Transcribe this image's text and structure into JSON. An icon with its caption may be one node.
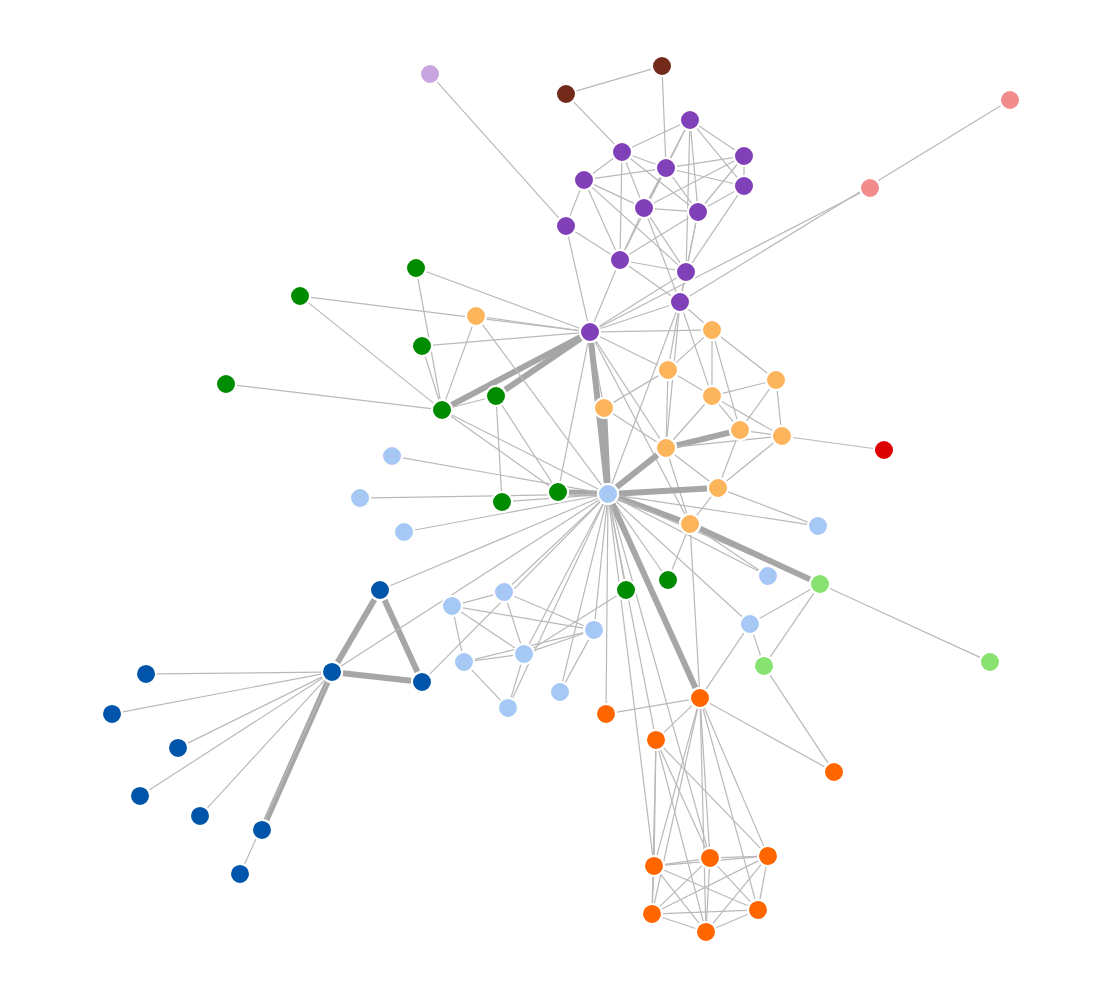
{
  "diagram": {
    "nodes": [
      {
        "text": [],
        "shape": "circle"
      },
      {
        "text": [],
        "shape": "circle"
      },
      {
        "text": [],
        "shape": "circle"
      },
      {
        "text": [],
        "shape": "circle"
      },
      {
        "text": [],
        "shape": "circle"
      },
      {
        "text": [],
        "shape": "circle"
      },
      {
        "text": [],
        "shape": "circle"
      },
      {
        "text": [],
        "shape": "circle"
      },
      {
        "text": [],
        "shape": "circle"
      },
      {
        "text": [],
        "shape": "circle"
      },
      {
        "text": [],
        "shape": "circle"
      },
      {
        "text": [],
        "shape": "circle"
      },
      {
        "text": [],
        "shape": "circle"
      },
      {
        "text": [],
        "shape": "circle"
      },
      {
        "text": [],
        "shape": "circle"
      },
      {
        "text": [],
        "shape": "circle"
      },
      {
        "text": [],
        "shape": "circle"
      },
      {
        "text": [],
        "shape": "circle"
      },
      {
        "text": [],
        "shape": "circle"
      },
      {
        "text": [],
        "shape": "circle"
      },
      {
        "text": [],
        "shape": "circle"
      },
      {
        "text": [],
        "shape": "circle"
      },
      {
        "text": [],
        "shape": "circle"
      },
      {
        "text": [],
        "shape": "circle"
      },
      {
        "text": [],
        "shape": "circle"
      },
      {
        "text": [],
        "shape": "circle"
      },
      {
        "text": [],
        "shape": "circle"
      },
      {
        "text": [],
        "shape": "circle"
      },
      {
        "text": [],
        "shape": "circle"
      },
      {
        "text": [],
        "shape": "circle"
      },
      {
        "text": [],
        "shape": "circle"
      },
      {
        "text": [],
        "shape": "circle"
      },
      {
        "text": [],
        "shape": "circle"
      },
      {
        "text": [],
        "shape": "circle"
      },
      {
        "text": [],
        "shape": "circle"
      },
      {
        "text": [],
        "shape": "circle"
      },
      {
        "text": [],
        "shape": "circle"
      },
      {
        "text": [],
        "shape": "circle"
      },
      {
        "text": [],
        "shape": "circle"
      },
      {
        "text": [],
        "shape": "circle"
      },
      {
        "text": [],
        "shape": "circle"
      },
      {
        "text": [],
        "shape": "circle"
      },
      {
        "text": [],
        "shape": "circle"
      },
      {
        "text": [],
        "shape": "circle"
      },
      {
        "text": [],
        "shape": "circle"
      },
      {
        "text": [],
        "shape": "circle"
      },
      {
        "text": [],
        "shape": "circle"
      },
      {
        "text": [],
        "shape": "circle"
      },
      {
        "text": [],
        "shape": "circle"
      },
      {
        "text": [],
        "shape": "circle"
      },
      {
        "text": [],
        "shape": "circle"
      },
      {
        "text": [],
        "shape": "circle"
      },
      {
        "text": [],
        "shape": "circle"
      },
      {
        "text": [],
        "shape": "circle"
      },
      {
        "text": [],
        "shape": "circle"
      },
      {
        "text": [],
        "shape": "circle"
      },
      {
        "text": [],
        "shape": "circle"
      },
      {
        "text": [],
        "shape": "circle"
      },
      {
        "text": [],
        "shape": "circle"
      },
      {
        "text": [],
        "shape": "circle"
      },
      {
        "text": [],
        "shape": "circle"
      },
      {
        "text": [],
        "shape": "circle"
      },
      {
        "text": [],
        "shape": "circle"
      },
      {
        "text": [],
        "shape": "circle"
      },
      {
        "text": [],
        "shape": "circle"
      },
      {
        "text": [],
        "shape": "circle"
      },
      {
        "text": [],
        "shape": "circle"
      },
      {
        "text": [],
        "shape": "circle"
      },
      {
        "text": [],
        "shape": "circle"
      },
      {
        "text": [],
        "shape": "circle"
      },
      {
        "text": [],
        "shape": "circle"
      },
      {
        "text": [],
        "shape": "circle"
      },
      {
        "text": [],
        "shape": "circle"
      },
      {
        "text": [],
        "shape": "circle"
      },
      {
        "text": [],
        "shape": "circle"
      },
      {
        "text": [],
        "shape": "circle"
      },
      {
        "text": [],
        "shape": "circle"
      }
    ],
    "edges": [
      {
        "from": 1,
        "to": 2,
        "arrow": "none"
      },
      {
        "from": 1,
        "to": 4,
        "arrow": "none"
      },
      {
        "from": 2,
        "to": 6,
        "arrow": "none"
      },
      {
        "from": 0,
        "to": 11,
        "arrow": "none"
      },
      {
        "from": 16,
        "to": 14,
        "arrow": "none"
      },
      {
        "from": 17,
        "to": 15,
        "arrow": "none"
      },
      {
        "from": 3,
        "to": 4,
        "arrow": "none"
      },
      {
        "from": 3,
        "to": 5,
        "arrow": "none"
      },
      {
        "from": 3,
        "to": 6,
        "arrow": "none"
      },
      {
        "from": 3,
        "to": 8,
        "arrow": "none"
      },
      {
        "from": 3,
        "to": 9,
        "arrow": "none"
      },
      {
        "from": 3,
        "to": 10,
        "arrow": "none"
      },
      {
        "from": 3,
        "to": 13,
        "arrow": "none"
      },
      {
        "from": 4,
        "to": 6,
        "arrow": "none"
      },
      {
        "from": 4,
        "to": 7,
        "arrow": "none"
      },
      {
        "from": 4,
        "to": 9,
        "arrow": "none"
      },
      {
        "from": 4,
        "to": 10,
        "arrow": "none"
      },
      {
        "from": 4,
        "to": 12,
        "arrow": "none"
      },
      {
        "from": 5,
        "to": 6,
        "arrow": "none"
      },
      {
        "from": 5,
        "to": 8,
        "arrow": "none"
      },
      {
        "from": 5,
        "to": 10,
        "arrow": "none"
      },
      {
        "from": 5,
        "to": 9,
        "arrow": "none"
      },
      {
        "from": 6,
        "to": 7,
        "arrow": "none"
      },
      {
        "from": 6,
        "to": 8,
        "arrow": "none"
      },
      {
        "from": 6,
        "to": 9,
        "arrow": "none"
      },
      {
        "from": 6,
        "to": 10,
        "arrow": "none"
      },
      {
        "from": 6,
        "to": 12,
        "arrow": "none"
      },
      {
        "from": 7,
        "to": 9,
        "arrow": "none"
      },
      {
        "from": 7,
        "to": 11,
        "arrow": "none"
      },
      {
        "from": 7,
        "to": 12,
        "arrow": "none"
      },
      {
        "from": 7,
        "to": 13,
        "arrow": "none"
      },
      {
        "from": 8,
        "to": 10,
        "arrow": "none"
      },
      {
        "from": 8,
        "to": 13,
        "arrow": "none"
      },
      {
        "from": 9,
        "to": 10,
        "arrow": "none"
      },
      {
        "from": 9,
        "to": 12,
        "arrow": "none"
      },
      {
        "from": 9,
        "to": 13,
        "arrow": "none"
      },
      {
        "from": 9,
        "to": 14,
        "arrow": "none"
      },
      {
        "from": 10,
        "to": 12,
        "arrow": "none"
      },
      {
        "from": 10,
        "to": 13,
        "arrow": "none"
      },
      {
        "from": 10,
        "to": 14,
        "arrow": "none"
      },
      {
        "from": 11,
        "to": 12,
        "arrow": "none"
      },
      {
        "from": 11,
        "to": 15,
        "arrow": "none"
      },
      {
        "from": 12,
        "to": 13,
        "arrow": "none"
      },
      {
        "from": 12,
        "to": 14,
        "arrow": "none"
      },
      {
        "from": 12,
        "to": 15,
        "arrow": "none"
      },
      {
        "from": 13,
        "to": 14,
        "arrow": "none"
      },
      {
        "from": 13,
        "to": 15,
        "arrow": "none"
      },
      {
        "from": 14,
        "to": 15,
        "arrow": "none"
      },
      {
        "from": 15,
        "to": 18,
        "arrow": "none"
      },
      {
        "from": 15,
        "to": 19,
        "arrow": "none"
      },
      {
        "from": 15,
        "to": 20,
        "arrow": "none"
      },
      {
        "from": 15,
        "to": 23,
        "arrow": "none"
      },
      {
        "from": 15,
        "to": 26,
        "arrow": "none"
      },
      {
        "from": 15,
        "to": 43,
        "arrow": "none",
        "style": "thick"
      },
      {
        "from": 15,
        "to": 34,
        "arrow": "none",
        "style": "thick"
      },
      {
        "from": 15,
        "to": 35,
        "arrow": "none",
        "style": "thick"
      },
      {
        "from": 15,
        "to": 30,
        "arrow": "none"
      },
      {
        "from": 15,
        "to": 31,
        "arrow": "none"
      },
      {
        "from": 15,
        "to": 32,
        "arrow": "none"
      },
      {
        "from": 15,
        "to": 36,
        "arrow": "none"
      },
      {
        "from": 15,
        "to": 28,
        "arrow": "none"
      },
      {
        "from": 14,
        "to": 19,
        "arrow": "none"
      },
      {
        "from": 14,
        "to": 20,
        "arrow": "none"
      },
      {
        "from": 14,
        "to": 43,
        "arrow": "none"
      },
      {
        "from": 14,
        "to": 26,
        "arrow": "none"
      },
      {
        "from": 14,
        "to": 22,
        "arrow": "none"
      },
      {
        "from": 19,
        "to": 20,
        "arrow": "none"
      },
      {
        "from": 19,
        "to": 21,
        "arrow": "none"
      },
      {
        "from": 19,
        "to": 22,
        "arrow": "none"
      },
      {
        "from": 19,
        "to": 24,
        "arrow": "none"
      },
      {
        "from": 20,
        "to": 22,
        "arrow": "none"
      },
      {
        "from": 20,
        "to": 26,
        "arrow": "none"
      },
      {
        "from": 20,
        "to": 23,
        "arrow": "none"
      },
      {
        "from": 21,
        "to": 22,
        "arrow": "none"
      },
      {
        "from": 21,
        "to": 24,
        "arrow": "none"
      },
      {
        "from": 21,
        "to": 25,
        "arrow": "none"
      },
      {
        "from": 22,
        "to": 24,
        "arrow": "none"
      },
      {
        "from": 22,
        "to": 25,
        "arrow": "none"
      },
      {
        "from": 22,
        "to": 26,
        "arrow": "none"
      },
      {
        "from": 23,
        "to": 26,
        "arrow": "none"
      },
      {
        "from": 23,
        "to": 43,
        "arrow": "none",
        "style": "thick"
      },
      {
        "from": 24,
        "to": 25,
        "arrow": "none"
      },
      {
        "from": 24,
        "to": 26,
        "arrow": "none",
        "style": "thick"
      },
      {
        "from": 25,
        "to": 26,
        "arrow": "none"
      },
      {
        "from": 26,
        "to": 27,
        "arrow": "none"
      },
      {
        "from": 26,
        "to": 28,
        "arrow": "none"
      },
      {
        "from": 26,
        "to": 43,
        "arrow": "none",
        "style": "thick"
      },
      {
        "from": 27,
        "to": 28,
        "arrow": "none"
      },
      {
        "from": 27,
        "to": 43,
        "arrow": "none",
        "style": "thick"
      },
      {
        "from": 27,
        "to": 25,
        "arrow": "none"
      },
      {
        "from": 27,
        "to": 24,
        "arrow": "none"
      },
      {
        "from": 28,
        "to": 43,
        "arrow": "none",
        "style": "thick"
      },
      {
        "from": 25,
        "to": 29,
        "arrow": "none"
      },
      {
        "from": 18,
        "to": 43,
        "arrow": "none"
      },
      {
        "from": 18,
        "to": 35,
        "arrow": "none"
      },
      {
        "from": 30,
        "to": 35,
        "arrow": "none"
      },
      {
        "from": 31,
        "to": 35,
        "arrow": "none"
      },
      {
        "from": 32,
        "to": 35,
        "arrow": "none"
      },
      {
        "from": 33,
        "to": 35,
        "arrow": "none"
      },
      {
        "from": 34,
        "to": 35,
        "arrow": "none"
      },
      {
        "from": 34,
        "to": 36,
        "arrow": "none"
      },
      {
        "from": 35,
        "to": 43,
        "arrow": "none"
      },
      {
        "from": 35,
        "to": 36,
        "arrow": "none"
      },
      {
        "from": 36,
        "to": 43,
        "arrow": "none",
        "style": "thick"
      },
      {
        "from": 37,
        "to": 43,
        "arrow": "none"
      },
      {
        "from": 37,
        "to": 34,
        "arrow": "none"
      },
      {
        "from": 38,
        "to": 43,
        "arrow": "none"
      },
      {
        "from": 38,
        "to": 51,
        "arrow": "none"
      },
      {
        "from": 39,
        "to": 43,
        "arrow": "none"
      },
      {
        "from": 39,
        "to": 28,
        "arrow": "none"
      },
      {
        "from": 40,
        "to": 43,
        "arrow": "none"
      },
      {
        "from": 41,
        "to": 43,
        "arrow": "none"
      },
      {
        "from": 42,
        "to": 43,
        "arrow": "none"
      },
      {
        "from": 44,
        "to": 27,
        "arrow": "none"
      },
      {
        "from": 44,
        "to": 43,
        "arrow": "none"
      },
      {
        "from": 45,
        "to": 43,
        "arrow": "none"
      },
      {
        "from": 45,
        "to": 28,
        "arrow": "none"
      },
      {
        "from": 46,
        "to": 47,
        "arrow": "none"
      },
      {
        "from": 46,
        "to": 50,
        "arrow": "none"
      },
      {
        "from": 46,
        "to": 51,
        "arrow": "none"
      },
      {
        "from": 46,
        "to": 48,
        "arrow": "none"
      },
      {
        "from": 47,
        "to": 51,
        "arrow": "none"
      },
      {
        "from": 47,
        "to": 48,
        "arrow": "none"
      },
      {
        "from": 47,
        "to": 43,
        "arrow": "none"
      },
      {
        "from": 48,
        "to": 51,
        "arrow": "none"
      },
      {
        "from": 48,
        "to": 50,
        "arrow": "none"
      },
      {
        "from": 48,
        "to": 43,
        "arrow": "none"
      },
      {
        "from": 50,
        "to": 51,
        "arrow": "none"
      },
      {
        "from": 50,
        "to": 52,
        "arrow": "none"
      },
      {
        "from": 51,
        "to": 52,
        "arrow": "none"
      },
      {
        "from": 51,
        "to": 43,
        "arrow": "none"
      },
      {
        "from": 52,
        "to": 43,
        "arrow": "none"
      },
      {
        "from": 53,
        "to": 43,
        "arrow": "none"
      },
      {
        "from": 53,
        "to": 48,
        "arrow": "none"
      },
      {
        "from": 49,
        "to": 54,
        "arrow": "none"
      },
      {
        "from": 49,
        "to": 55,
        "arrow": "none"
      },
      {
        "from": 49,
        "to": 43,
        "arrow": "none"
      },
      {
        "from": 54,
        "to": 43,
        "arrow": "none"
      },
      {
        "from": 54,
        "to": 28,
        "arrow": "none",
        "style": "thick"
      },
      {
        "from": 54,
        "to": 55,
        "arrow": "none"
      },
      {
        "from": 54,
        "to": 56,
        "arrow": "none"
      },
      {
        "from": 55,
        "to": 70,
        "arrow": "none"
      },
      {
        "from": 57,
        "to": 58,
        "arrow": "none",
        "style": "thick"
      },
      {
        "from": 57,
        "to": 59,
        "arrow": "none",
        "style": "thick"
      },
      {
        "from": 57,
        "to": 43,
        "arrow": "none"
      },
      {
        "from": 58,
        "to": 59,
        "arrow": "none",
        "style": "thick"
      },
      {
        "from": 58,
        "to": 43,
        "arrow": "none"
      },
      {
        "from": 59,
        "to": 43,
        "arrow": "none"
      },
      {
        "from": 58,
        "to": 60,
        "arrow": "none"
      },
      {
        "from": 58,
        "to": 61,
        "arrow": "none"
      },
      {
        "from": 58,
        "to": 62,
        "arrow": "none"
      },
      {
        "from": 58,
        "to": 63,
        "arrow": "none"
      },
      {
        "from": 58,
        "to": 64,
        "arrow": "none"
      },
      {
        "from": 58,
        "to": 65,
        "arrow": "none",
        "style": "thick"
      },
      {
        "from": 58,
        "to": 66,
        "arrow": "none"
      },
      {
        "from": 67,
        "to": 68,
        "arrow": "none"
      },
      {
        "from": 67,
        "to": 43,
        "arrow": "none"
      },
      {
        "from": 68,
        "to": 43,
        "arrow": "none",
        "style": "thick"
      },
      {
        "from": 68,
        "to": 28,
        "arrow": "none"
      },
      {
        "from": 68,
        "to": 69,
        "arrow": "none"
      },
      {
        "from": 68,
        "to": 70,
        "arrow": "none"
      },
      {
        "from": 68,
        "to": 49,
        "arrow": "none"
      },
      {
        "from": 68,
        "to": 71,
        "arrow": "none"
      },
      {
        "from": 68,
        "to": 72,
        "arrow": "none"
      },
      {
        "from": 68,
        "to": 73,
        "arrow": "none"
      },
      {
        "from": 68,
        "to": 74,
        "arrow": "none"
      },
      {
        "from": 68,
        "to": 75,
        "arrow": "none"
      },
      {
        "from": 68,
        "to": 76,
        "arrow": "none"
      },
      {
        "from": 69,
        "to": 71,
        "arrow": "none"
      },
      {
        "from": 69,
        "to": 72,
        "arrow": "none"
      },
      {
        "from": 69,
        "to": 73,
        "arrow": "none"
      },
      {
        "from": 69,
        "to": 74,
        "arrow": "none"
      },
      {
        "from": 69,
        "to": 76,
        "arrow": "none"
      },
      {
        "from": 69,
        "to": 43,
        "arrow": "none"
      },
      {
        "from": 71,
        "to": 72,
        "arrow": "none"
      },
      {
        "from": 71,
        "to": 73,
        "arrow": "none"
      },
      {
        "from": 71,
        "to": 74,
        "arrow": "none"
      },
      {
        "from": 71,
        "to": 75,
        "arrow": "none"
      },
      {
        "from": 71,
        "to": 76,
        "arrow": "none"
      },
      {
        "from": 72,
        "to": 73,
        "arrow": "none"
      },
      {
        "from": 72,
        "to": 74,
        "arrow": "none"
      },
      {
        "from": 72,
        "to": 75,
        "arrow": "none"
      },
      {
        "from": 72,
        "to": 76,
        "arrow": "none"
      },
      {
        "from": 73,
        "to": 74,
        "arrow": "none"
      },
      {
        "from": 73,
        "to": 75,
        "arrow": "none"
      },
      {
        "from": 73,
        "to": 76,
        "arrow": "none"
      },
      {
        "from": 74,
        "to": 75,
        "arrow": "none"
      },
      {
        "from": 74,
        "to": 76,
        "arrow": "none"
      },
      {
        "from": 75,
        "to": 76,
        "arrow": "none"
      },
      {
        "from": 43,
        "to": 71,
        "arrow": "none"
      },
      {
        "from": 43,
        "to": 72,
        "arrow": "none"
      }
    ]
  }
}
